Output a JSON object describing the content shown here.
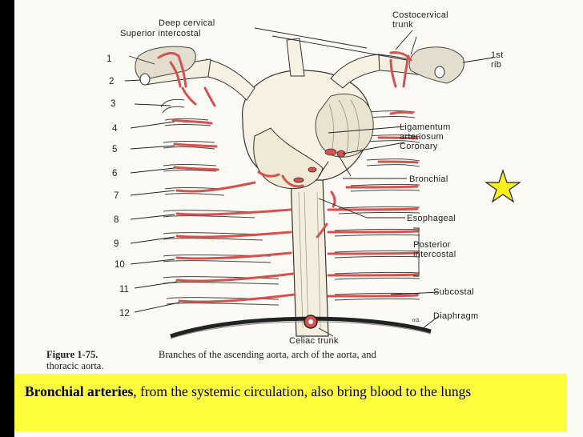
{
  "labels": {
    "deep_cervical": "Deep cervical",
    "superior_intercostal": "Superior intercostal",
    "costocervical_line1": "Costocervical",
    "costocervical_line2": "trunk",
    "first_rib_line1": "1st",
    "first_rib_line2": "rib",
    "ligamentum_line1": "Ligamentum",
    "ligamentum_line2": "arteriosum",
    "coronary": "Coronary",
    "bronchial": "Bronchial",
    "esophageal": "Esophageal",
    "posterior_intercostal_line1": "Posterior",
    "posterior_intercostal_line2": "intercostal",
    "subcostal": "Subcostal",
    "diaphragm": "Diaphragm",
    "celiac_trunk": "Celiac trunk",
    "artist_mark": "m3."
  },
  "rib_numbers": [
    "1",
    "2",
    "3",
    "4",
    "5",
    "6",
    "7",
    "8",
    "9",
    "10",
    "11",
    "12"
  ],
  "figure_caption": {
    "number": "Figure 1-75.",
    "line1": "Branches of the ascending aorta, arch of the aorta, and",
    "line2": "thoracic aorta."
  },
  "callout": {
    "bold": "Bronchial arteries",
    "rest": ", from the systemic circulation, also bring blood to the lungs"
  },
  "colors": {
    "caption_background": "#fefe3c",
    "star_fill": "#f7ef1f",
    "artery_red": "#d8514f",
    "slide_background": "#fbfaf5"
  }
}
